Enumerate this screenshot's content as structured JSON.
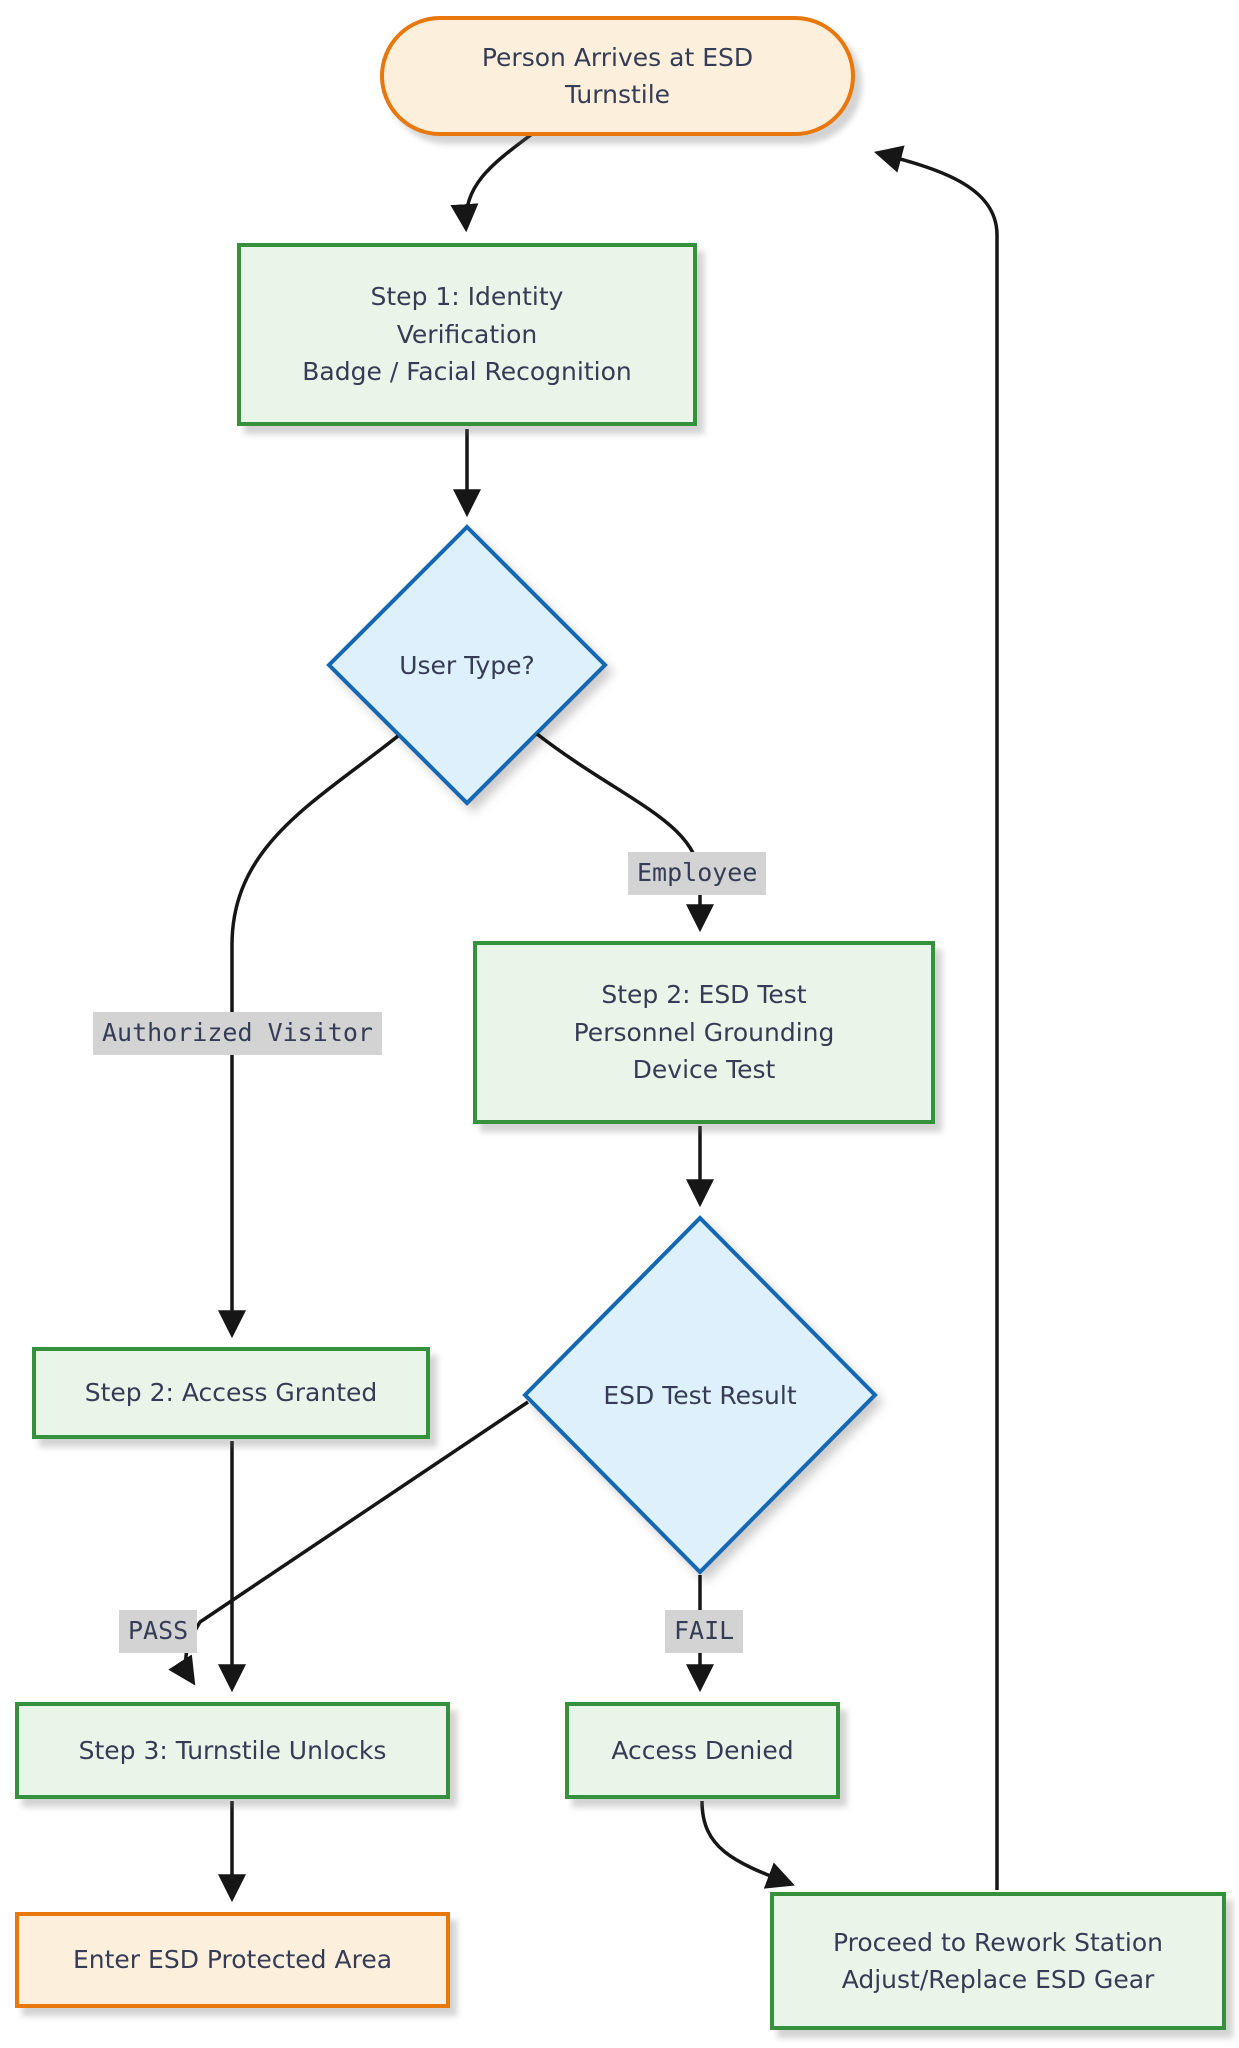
{
  "diagram": {
    "type": "flowchart",
    "nodes": {
      "start": {
        "shape": "stadium",
        "lines": [
          "Person Arrives at ESD",
          "Turnstile"
        ]
      },
      "step1": {
        "shape": "process",
        "lines": [
          "Step 1: Identity",
          "Verification",
          "Badge / Facial Recognition"
        ]
      },
      "user_type": {
        "shape": "decision",
        "lines": [
          "User Type?"
        ]
      },
      "esd_test": {
        "shape": "process",
        "lines": [
          "Step 2: ESD Test",
          "Personnel Grounding",
          "Device Test"
        ]
      },
      "access_granted": {
        "shape": "process",
        "lines": [
          "Step 2: Access Granted"
        ]
      },
      "esd_result": {
        "shape": "decision",
        "lines": [
          "ESD Test Result"
        ]
      },
      "turnstile_unlocks": {
        "shape": "process",
        "lines": [
          "Step 3: Turnstile Unlocks"
        ]
      },
      "access_denied": {
        "shape": "process",
        "lines": [
          "Access Denied"
        ]
      },
      "enter_area": {
        "shape": "terminal",
        "lines": [
          "Enter ESD Protected Area"
        ]
      },
      "rework": {
        "shape": "process",
        "lines": [
          "Proceed to Rework Station",
          "Adjust/Replace ESD Gear"
        ]
      }
    },
    "edge_labels": {
      "employee": "Employee",
      "authorized_visitor": "Authorized Visitor",
      "pass": "PASS",
      "fail": "FAIL"
    },
    "edges": [
      {
        "from": "start",
        "to": "step1",
        "label": ""
      },
      {
        "from": "step1",
        "to": "user_type",
        "label": ""
      },
      {
        "from": "user_type",
        "to": "access_granted",
        "label": "Authorized Visitor"
      },
      {
        "from": "user_type",
        "to": "esd_test",
        "label": "Employee"
      },
      {
        "from": "esd_test",
        "to": "esd_result",
        "label": ""
      },
      {
        "from": "access_granted",
        "to": "turnstile_unlocks",
        "label": ""
      },
      {
        "from": "esd_result",
        "to": "turnstile_unlocks",
        "label": "PASS"
      },
      {
        "from": "esd_result",
        "to": "access_denied",
        "label": "FAIL"
      },
      {
        "from": "turnstile_unlocks",
        "to": "enter_area",
        "label": ""
      },
      {
        "from": "access_denied",
        "to": "rework",
        "label": ""
      },
      {
        "from": "rework",
        "to": "start",
        "label": ""
      }
    ],
    "colors": {
      "process_border": "#36913C",
      "process_fill": "#E9F5E9",
      "decision_border": "#1467B3",
      "decision_fill": "#DEF0FB",
      "terminal_border": "#E8770C",
      "terminal_fill": "#FCF0DC",
      "edge_label_bg": "#D3D3D3",
      "arrow": "#161616",
      "text": "#363C55"
    }
  }
}
